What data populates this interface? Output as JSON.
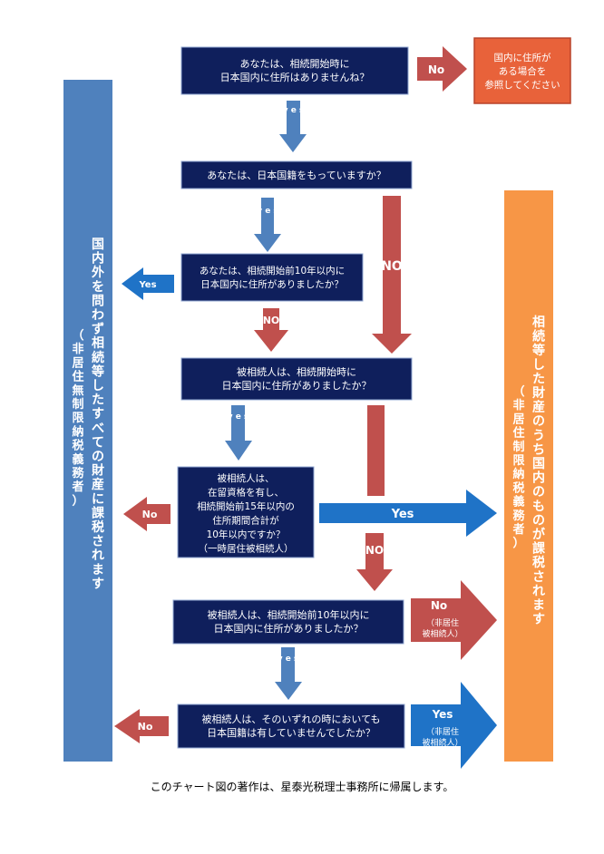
{
  "questions": {
    "q1": [
      "あなたは、相続開始時に",
      "日本国内に住所はありませんね？"
    ],
    "q2": [
      "あなたは、日本国籍をもっていますか？"
    ],
    "q3": [
      "あなたは、相続開始前10年以内に",
      "日本国内に住所がありましたか？"
    ],
    "q4": [
      "被相続人は、相続開始時に",
      "日本国内に住所がありましたか？"
    ],
    "q5": [
      "被相続人は、",
      "在留資格を有し、",
      "相続開始前15年以内の",
      "住所期間合計が",
      "10年以内ですか？",
      "（一時居住被相続人）"
    ],
    "q6": [
      "被相続人は、相続開始前10年以内に",
      "日本国内に住所がありましたか？"
    ],
    "q7": [
      "被相続人は、そのいずれの時においても",
      "日本国籍は有していませんでしたか？"
    ]
  },
  "note_box": [
    "国内に住所が",
    "ある場合を",
    "参照してください"
  ],
  "left_column": {
    "main": "国内外を問わず相続等したすべての財産に課税されます",
    "sub": "（非居住無制限納税義務者）"
  },
  "right_column": {
    "main": "相続等した財産のうち国内のものが課税されます",
    "sub": "（非居住制限納税義務者）"
  },
  "labels": {
    "yes_vertical": "y e s",
    "no_upper": "NO",
    "no_title": "No",
    "yes_title": "Yes",
    "hikyo_a": "（非居住",
    "hikyo_b": "被相続人）"
  },
  "footer": "このチャート図の著作は、星泰光税理士事務所に帰属します。",
  "colors": {
    "navy": "#0f1f5c",
    "blue_column": "#4f81bd",
    "orange_column": "#f79646",
    "red_arrow": "#c0504d",
    "blue_arrow": "#1f73c7",
    "vertical_blue": "#4f81bd",
    "note_bg": "#e8623a"
  }
}
